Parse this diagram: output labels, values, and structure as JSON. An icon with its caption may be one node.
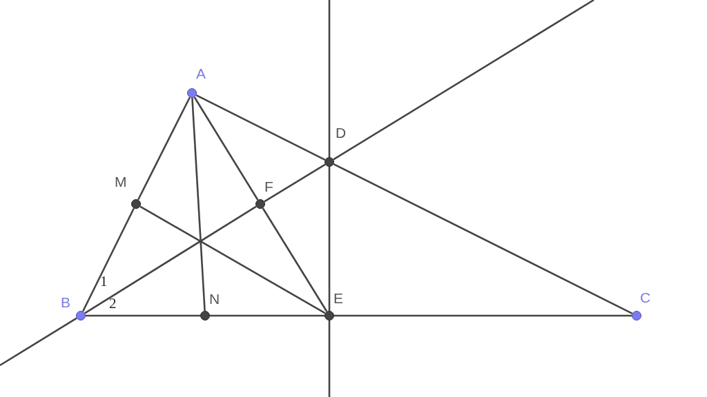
{
  "diagram": {
    "nodes": [
      {
        "text": [],
        "shape": "circle",
        "beside": [
          "A"
        ]
      },
      {
        "text": [],
        "shape": "circle",
        "beside": [
          "B"
        ]
      },
      {
        "text": [],
        "shape": "circle",
        "beside": [
          "C"
        ]
      },
      {
        "text": [],
        "shape": "circle",
        "beside": [
          "D"
        ]
      },
      {
        "text": [],
        "shape": "circle",
        "beside": [
          "E"
        ]
      },
      {
        "text": [],
        "shape": "circle",
        "beside": [
          "F"
        ]
      },
      {
        "text": [],
        "shape": "circle",
        "beside": [
          "M"
        ]
      },
      {
        "text": [],
        "shape": "circle",
        "beside": [
          "N"
        ]
      }
    ],
    "edges": [
      {
        "from": 0,
        "to": 6,
        "arrow": "none"
      },
      {
        "from": 6,
        "to": 1,
        "arrow": "none"
      },
      {
        "from": 0,
        "to": 3,
        "arrow": "none"
      },
      {
        "from": 3,
        "to": 2,
        "arrow": "none"
      },
      {
        "from": 1,
        "to": 7,
        "arrow": "none"
      },
      {
        "from": 7,
        "to": 4,
        "arrow": "none"
      },
      {
        "from": 4,
        "to": 2,
        "arrow": "none"
      },
      {
        "from": 0,
        "to": 7,
        "arrow": "none"
      },
      {
        "from": 0,
        "to": 5,
        "arrow": "none"
      },
      {
        "from": 5,
        "to": 4,
        "arrow": "none"
      },
      {
        "from": 6,
        "to": 4,
        "arrow": "none"
      },
      {
        "from": 1,
        "to": 5,
        "arrow": "none"
      },
      {
        "from": 5,
        "to": 3,
        "arrow": "none"
      },
      {
        "from": 3,
        "to": 4,
        "arrow": "none"
      },
      {
        "from": 1,
        "to": null,
        "arrow": "none"
      },
      {
        "from": 3,
        "to": null,
        "arrow": "none"
      },
      {
        "from": 3,
        "to": null,
        "arrow": "none"
      },
      {
        "from": 4,
        "to": null,
        "arrow": "none"
      }
    ],
    "labels": [
      "1",
      "2"
    ]
  }
}
